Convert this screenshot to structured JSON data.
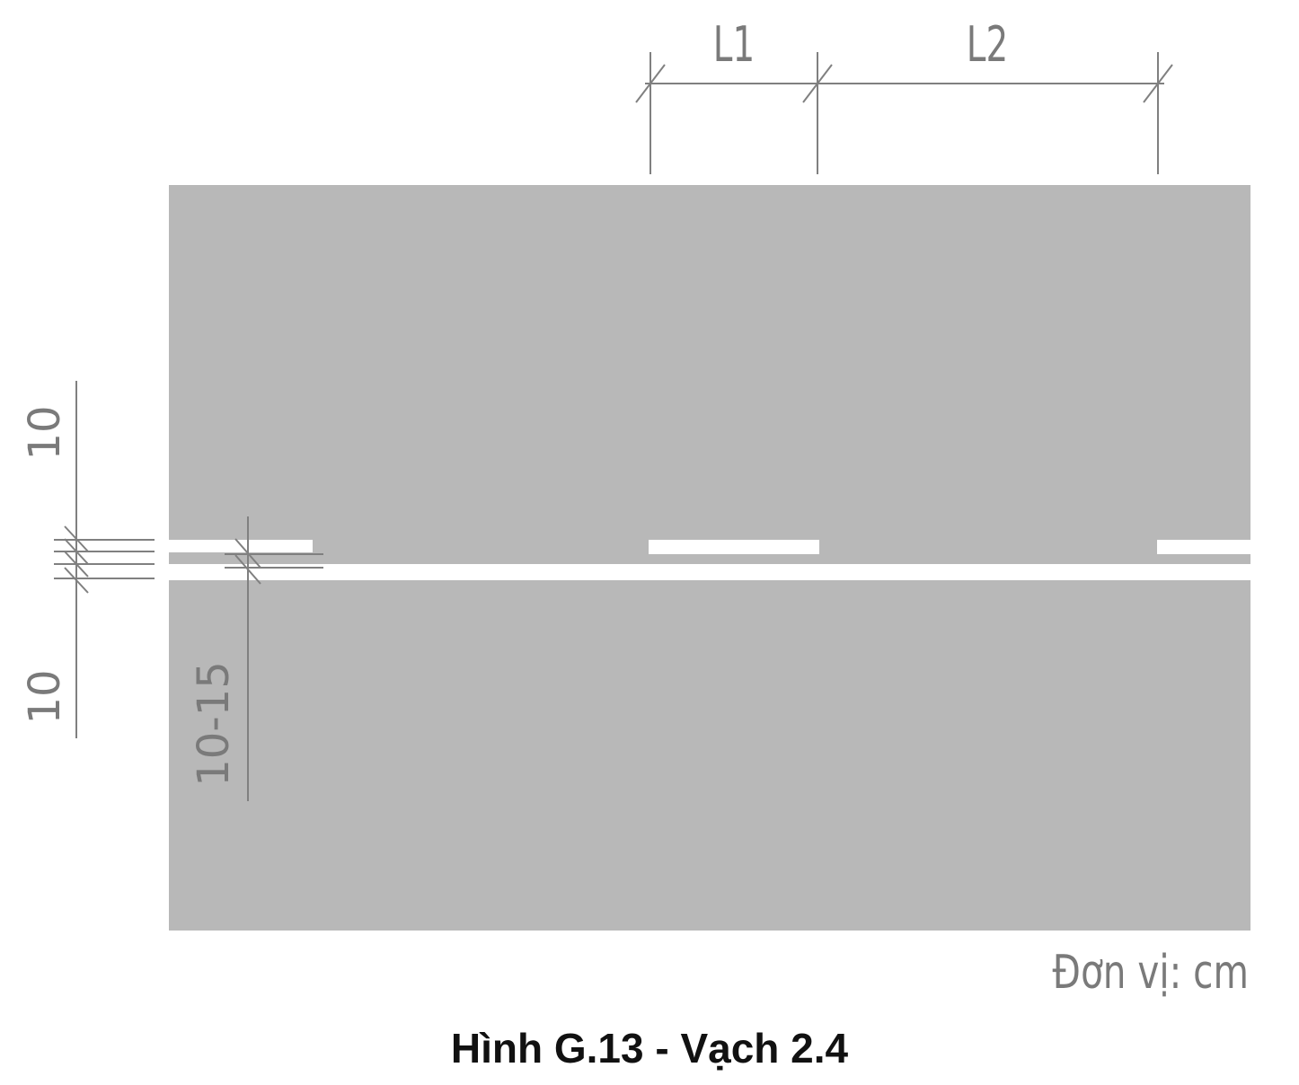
{
  "colors": {
    "road_surface": "#b8b8b8",
    "marking": "#ffffff",
    "dimension_lines": "#808080",
    "dimension_text": "#7a7a7a",
    "caption_text": "#111111"
  },
  "dimensions": {
    "l1": "L1",
    "l2": "L2",
    "line_width_top": "10",
    "line_width_bottom": "10",
    "line_gap": "10-15"
  },
  "unit_note": "Đơn vị: cm",
  "caption": "Hình G.13 - Vạch 2.4"
}
